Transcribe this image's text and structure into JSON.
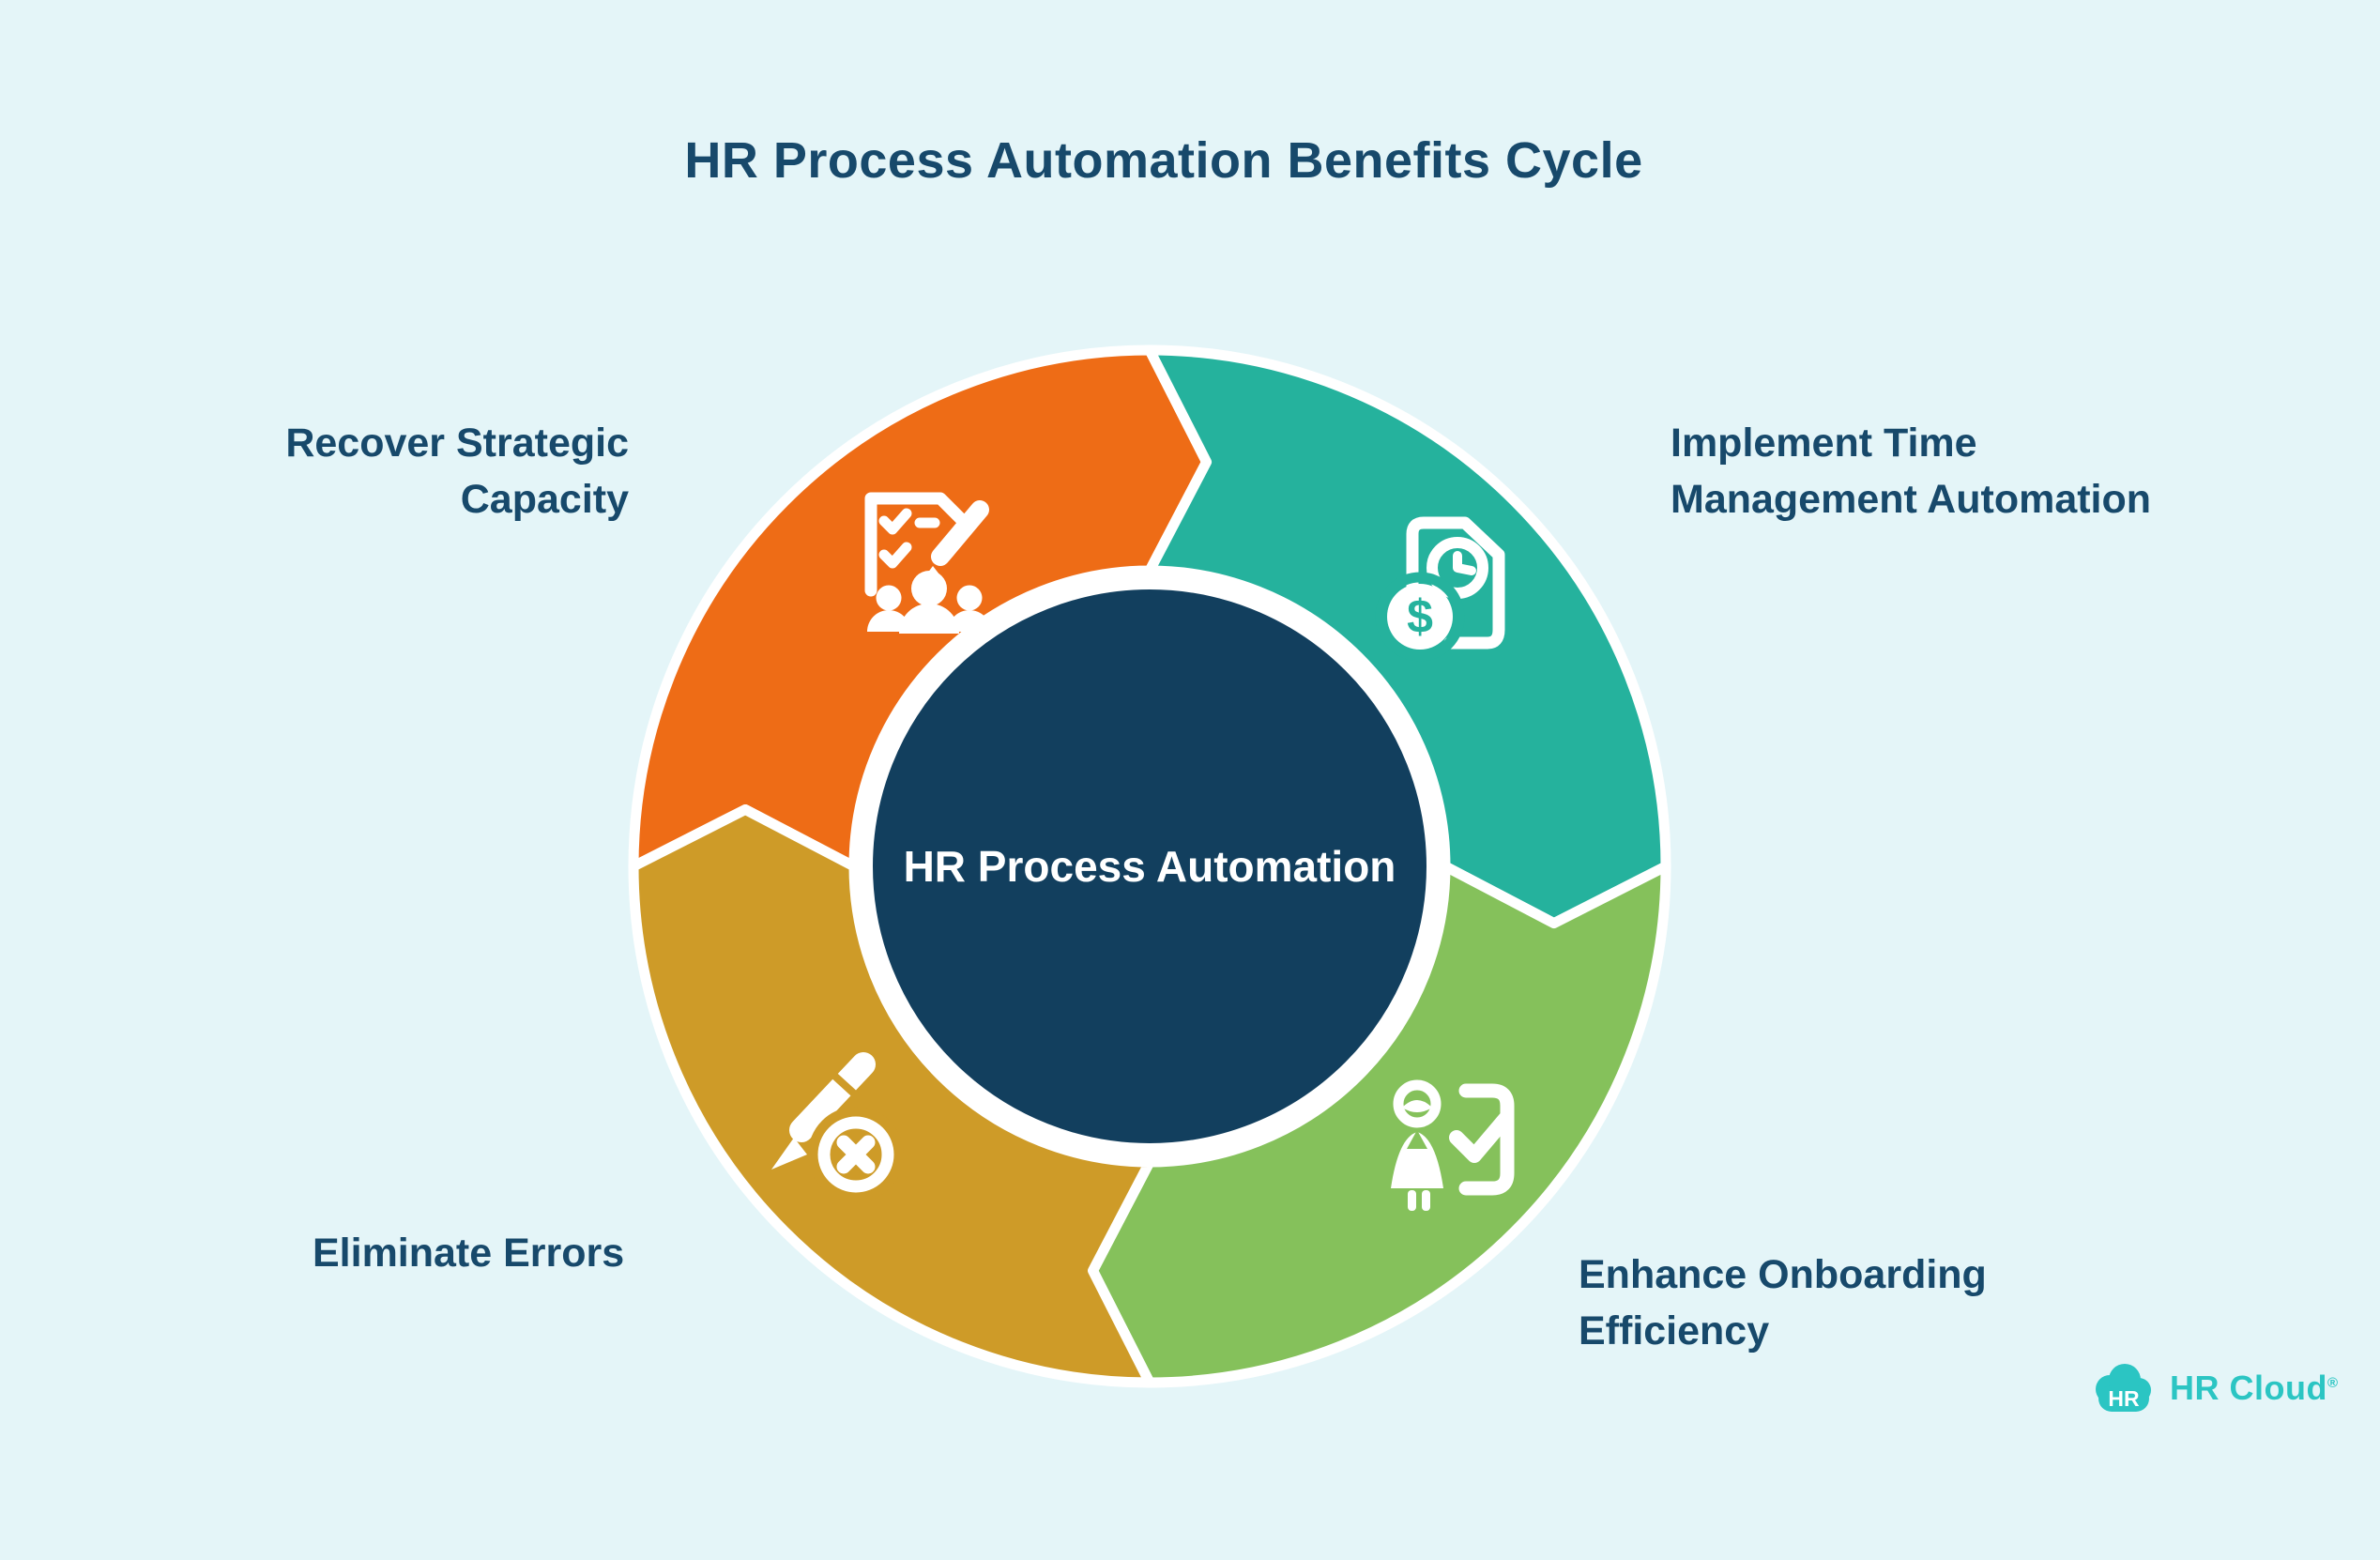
{
  "title": {
    "text": "HR Process Automation Benefits Cycle",
    "color": "#17496B"
  },
  "background_color": "#E4F5F8",
  "center": {
    "label": "HR Process Automation",
    "color": "#123F5E",
    "text_color": "#FFFFFF"
  },
  "wheel": {
    "flow": "clockwise",
    "separator_color": "#FFFFFF",
    "segments": [
      {
        "label_lines": [
          "Recover Strategic",
          "Capacity"
        ],
        "color": "#EE6C16",
        "icon": "checklist-people-icon",
        "position": "top-left"
      },
      {
        "label_lines": [
          "Implement Time",
          "Management Automation"
        ],
        "color": "#25B29D",
        "icon": "invoice-clock-dollar-icon",
        "position": "top-right"
      },
      {
        "label_lines": [
          "Enhance Onboarding",
          "Efficiency"
        ],
        "color": "#85C15B",
        "icon": "person-approved-icon",
        "position": "bottom-right"
      },
      {
        "label_lines": [
          "Eliminate Errors"
        ],
        "color": "#CE9B28",
        "icon": "pen-error-icon",
        "position": "bottom-left"
      }
    ]
  },
  "glyphs": {
    "dollar": "$"
  },
  "logo": {
    "badge": "HR",
    "name": "HR Cloud",
    "registered": "®",
    "color": "#2BC5C3"
  }
}
